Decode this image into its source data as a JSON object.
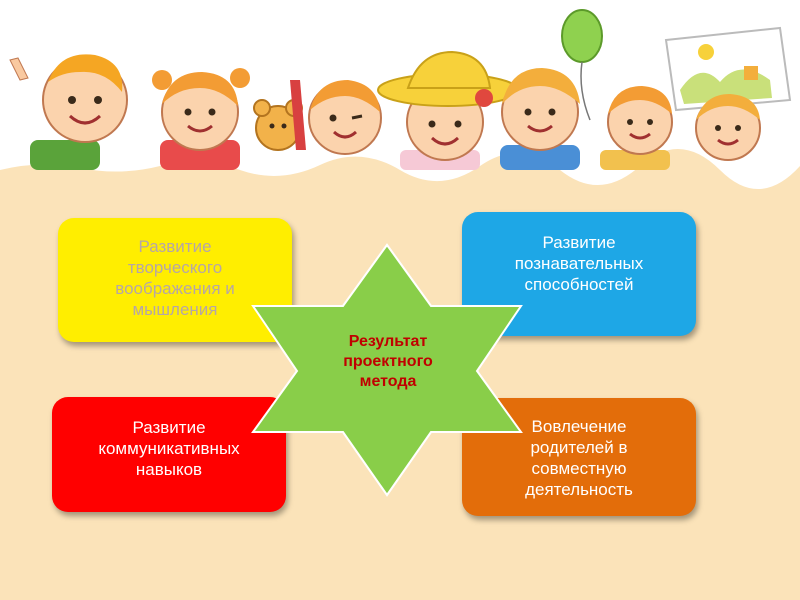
{
  "colors": {
    "panel": "#fbe3b9",
    "yellow_box": "#ffee00",
    "yellow_text": "#b6a6a6",
    "blue_box": "#1ea7e6",
    "blue_text": "#ffffff",
    "red_box": "#ff0000",
    "red_text": "#ffffff",
    "orange_box": "#e36d0a",
    "orange_text": "#ffffff",
    "star_fill": "#89ce49",
    "star_text": "#c00000"
  },
  "diagram": {
    "center": "Результат\nпроектного\nметода",
    "boxes": {
      "top_left": "Развитие\nтворческого\nвоображения и\nмышления",
      "top_right": "Развитие\nпознавательных\nспособностей",
      "bottom_left": "Развитие\nкоммуникативных\nнавыков",
      "bottom_right": "Вовлечение\nродителей в\nсовместную\nдеятельность"
    }
  },
  "illustration": {
    "subject": "cartoon-children-header"
  }
}
